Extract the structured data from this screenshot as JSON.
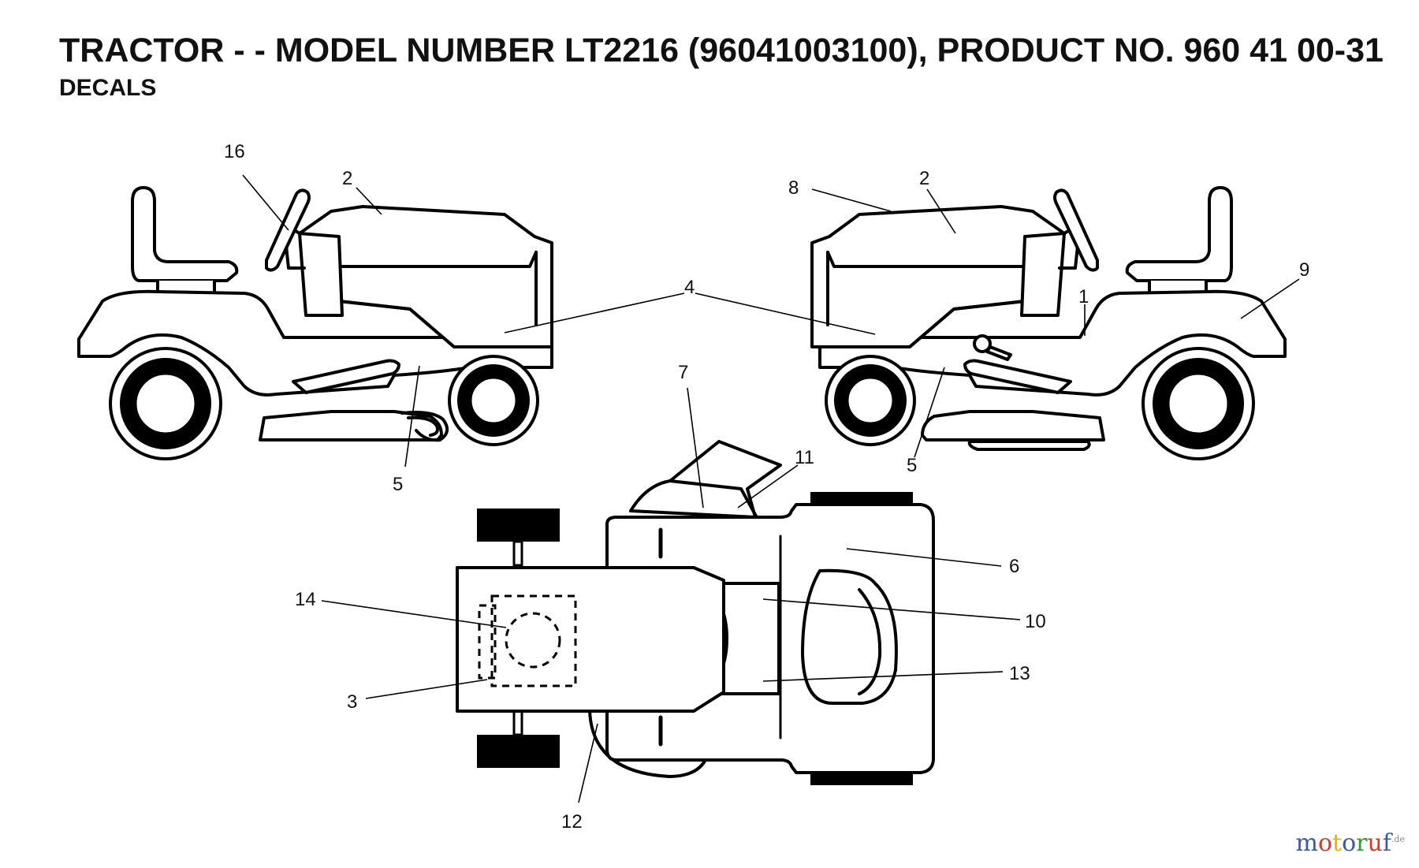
{
  "header": {
    "title": "TRACTOR - - MODEL NUMBER LT2216 (96041003100), PRODUCT NO. 960 41 00-31",
    "subtitle": "DECALS"
  },
  "callouts": {
    "c1": "1",
    "c2a": "2",
    "c2b": "2",
    "c3": "3",
    "c4": "4",
    "c5a": "5",
    "c5b": "5",
    "c6": "6",
    "c7": "7",
    "c8": "8",
    "c9": "9",
    "c10": "10",
    "c11": "11",
    "c12": "12",
    "c13": "13",
    "c14": "14",
    "c16": "16"
  },
  "watermark": {
    "text": "motoruf",
    "suffix": ".de",
    "colors": [
      "#3a5aa8",
      "#d23a2a",
      "#e8b400",
      "#3a5aa8",
      "#2a9a3a",
      "#d23a2a",
      "#3a5aa8"
    ]
  }
}
